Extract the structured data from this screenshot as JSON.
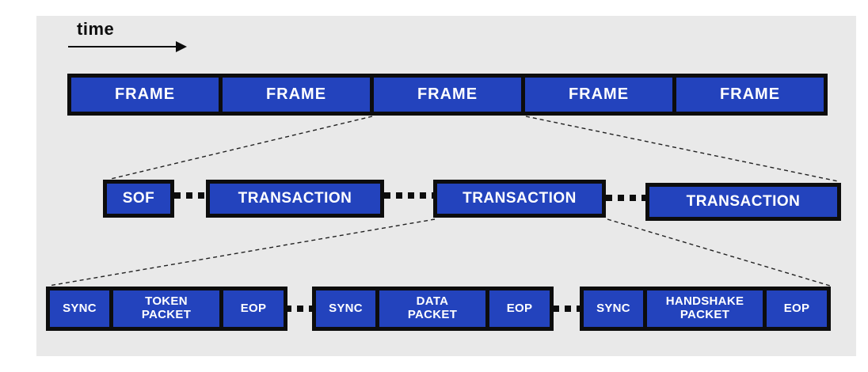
{
  "colors": {
    "panel_background": "#e9e9e9",
    "box_blue": "#2343bd",
    "border_black": "#0d0d0d",
    "text_white": "#ffffff"
  },
  "timeline": {
    "label": "time"
  },
  "rows": {
    "frames": {
      "boxes": [
        "FRAME",
        "FRAME",
        "FRAME",
        "FRAME",
        "FRAME"
      ]
    },
    "transactions": {
      "boxes": [
        "SOF",
        "TRANSACTION",
        "TRANSACTION",
        "TRANSACTION"
      ]
    },
    "packets": {
      "groups": [
        {
          "cells": [
            "SYNC",
            "TOKEN\nPACKET",
            "EOP"
          ]
        },
        {
          "cells": [
            "SYNC",
            "DATA\nPACKET",
            "EOP"
          ]
        },
        {
          "cells": [
            "SYNC",
            "HANDSHAKE\nPACKET",
            "EOP"
          ]
        }
      ]
    }
  }
}
